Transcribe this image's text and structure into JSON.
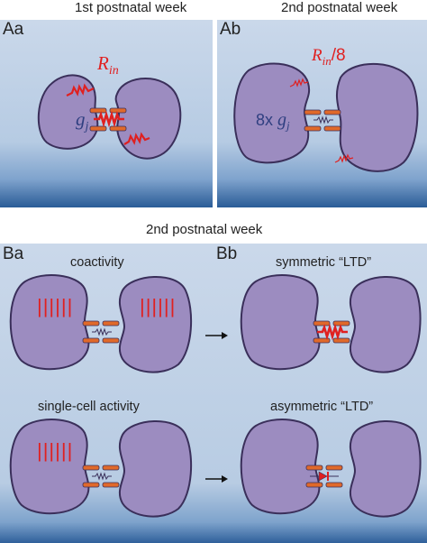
{
  "top": {
    "week1": "1st postnatal week",
    "week2": "2nd postnatal week",
    "panelA_a": "Aa",
    "panelA_b": "Ab",
    "rin": "R",
    "rin_sub": "in",
    "rin_div": "/8",
    "gj": "g",
    "gj_sub": "j",
    "gj_mult": "8x "
  },
  "bottom": {
    "title": "2nd postnatal week",
    "panelB_a": "Ba",
    "panelB_b": "Bb",
    "coactivity": "coactivity",
    "symmetric": "symmetric “LTD”",
    "single": "single-cell activity",
    "asymmetric": "asymmetric “LTD”",
    "spikes": "||||||",
    "arrow": "→"
  },
  "colors": {
    "cell_fill": "#9c8cc0",
    "cell_stroke": "#3a2f5a",
    "junction": "#e0692a",
    "resistor_red": "#e02020",
    "label_blue": "#2f3f80",
    "bg_top": "#cad8ea",
    "bg_bottom": "#2a5c97"
  }
}
